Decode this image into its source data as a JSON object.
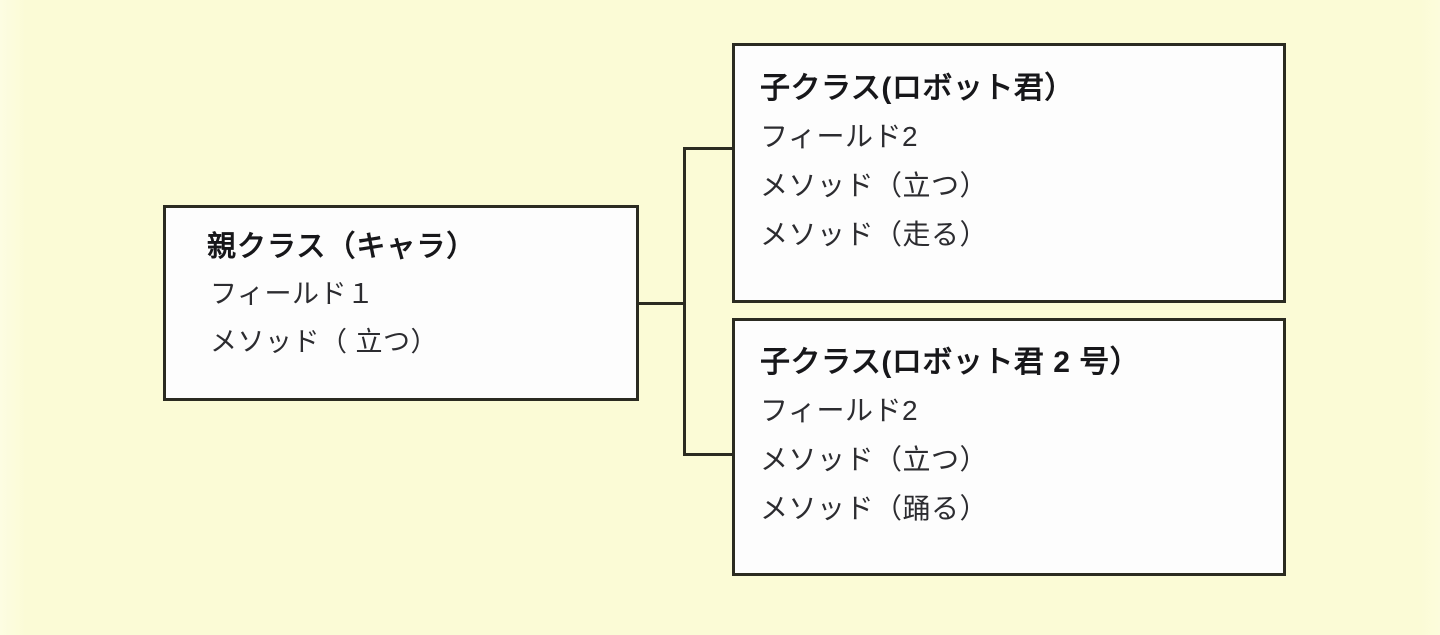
{
  "diagram": {
    "background_color": "#fbfbd6",
    "box_fill_color": "#fdfdfd",
    "line_color": "#2b2b21",
    "parent": {
      "title": "親クラス（キャラ）",
      "members": [
        "フィールド１",
        "メソッド（ 立つ）"
      ]
    },
    "children": [
      {
        "title": "子クラス(ロボット君）",
        "members": [
          "フィールド2",
          "メソッド（立つ）",
          "メソッド（走る）"
        ]
      },
      {
        "title": "子クラス(ロボット君 2 号）",
        "members": [
          "フィールド2",
          "メソッド（立つ）",
          "メソッド（踊る）"
        ]
      }
    ],
    "connectors": [
      "parent-to-trunk",
      "trunk-vertical",
      "trunk-to-child-1",
      "trunk-to-child-2"
    ]
  }
}
